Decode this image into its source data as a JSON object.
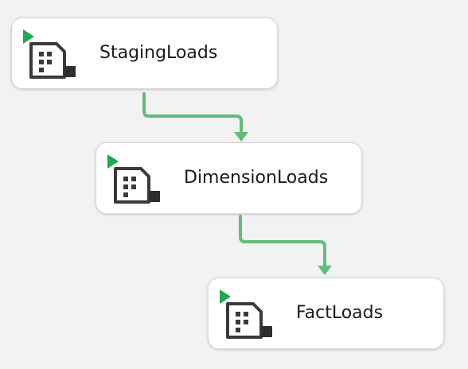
{
  "tasks": [
    {
      "label": "StagingLoads",
      "icon": "sequence-container-icon"
    },
    {
      "label": "DimensionLoads",
      "icon": "sequence-container-icon"
    },
    {
      "label": "FactLoads",
      "icon": "sequence-container-icon"
    }
  ],
  "colors": {
    "canvas_background": "#f2f2f2",
    "task_background": "#ffffff",
    "connector_success": "#62bd7a",
    "run_indicator": "#1fa84f",
    "icon_dark": "#3a3a3a"
  }
}
